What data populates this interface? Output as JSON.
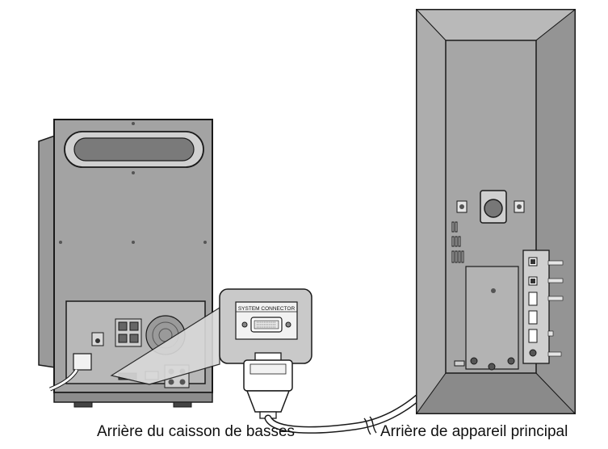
{
  "labels": {
    "left_caption": "Arrière du caisson de basses",
    "right_caption": "Arrière de appareil principal",
    "system_connector": "SYSTEM CONNECTOR"
  },
  "colors": {
    "panel_dark": "#8f8f8f",
    "panel_mid": "#a9a9a9",
    "panel_light": "#c9c9c9",
    "outline": "#1a1a1a",
    "cable": "#ffffff"
  }
}
